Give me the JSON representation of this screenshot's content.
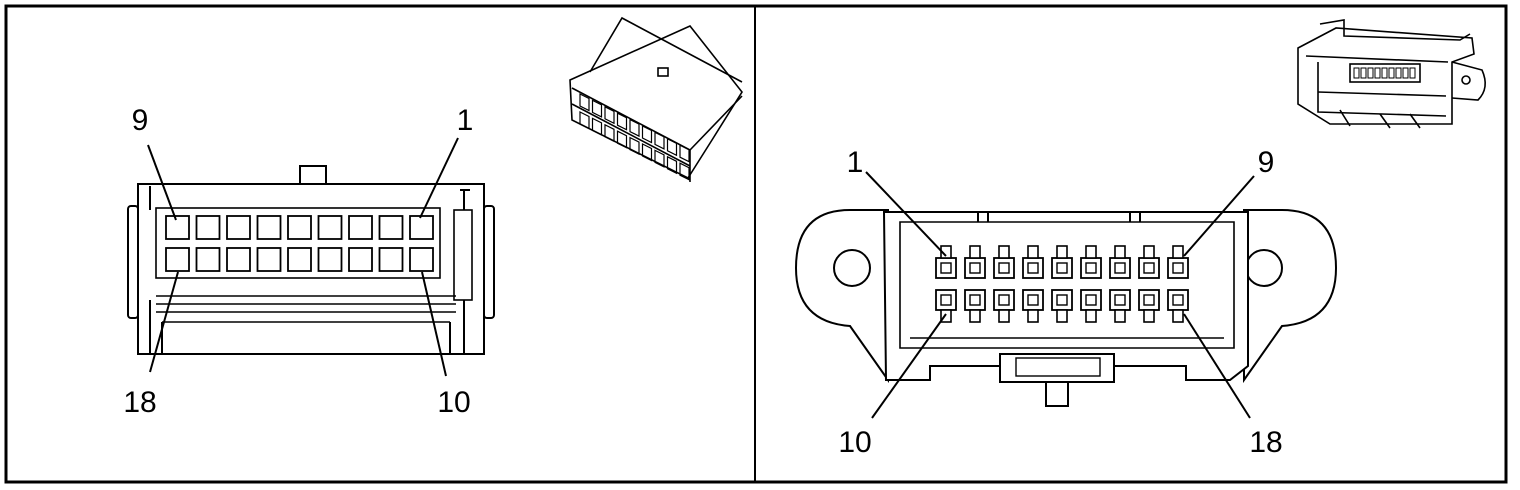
{
  "left_panel": {
    "labels": {
      "top_left": "9",
      "top_right": "1",
      "bottom_left": "18",
      "bottom_right": "10"
    },
    "cavities": {
      "rows": 2,
      "per_row": 9
    }
  },
  "right_panel": {
    "labels": {
      "top_left": "1",
      "top_right": "9",
      "bottom_left": "10",
      "bottom_right": "18"
    },
    "cavities": {
      "rows": 2,
      "per_row": 9
    }
  }
}
